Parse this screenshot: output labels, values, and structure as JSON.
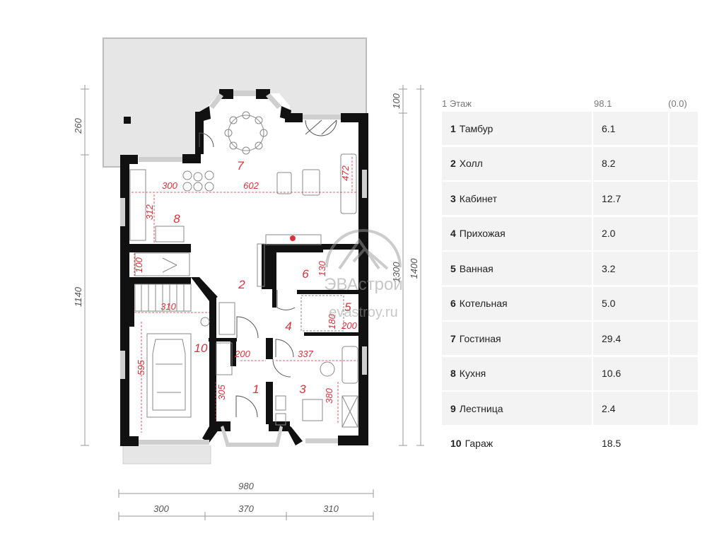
{
  "plan": {
    "overall_dims": {
      "left_top": "260",
      "left_main": "1140",
      "right_top": "100",
      "right_mid": "1300",
      "right_full": "1400",
      "bottom_total": "980",
      "bottom_a": "300",
      "bottom_b": "370",
      "bottom_c": "310"
    },
    "inner_dims": [
      "300",
      "602",
      "472",
      "312",
      "100",
      "310",
      "595",
      "305",
      "200",
      "337",
      "380",
      "200",
      "180",
      "130"
    ],
    "room_labels": [
      "1",
      "2",
      "3",
      "4",
      "5",
      "6",
      "7",
      "8",
      "10"
    ],
    "watermark": {
      "brand": "ЭВАстрой",
      "url": "evastroy.ru"
    }
  },
  "table": {
    "header": {
      "floor": "1 Этаж",
      "area": "98.1",
      "extra": "(0.0)"
    },
    "rooms": [
      {
        "num": "1",
        "name": "Тамбур",
        "area": "6.1"
      },
      {
        "num": "2",
        "name": "Холл",
        "area": "8.2"
      },
      {
        "num": "3",
        "name": "Кабинет",
        "area": "12.7"
      },
      {
        "num": "4",
        "name": "Прихожая",
        "area": "2.0"
      },
      {
        "num": "5",
        "name": "Ванная",
        "area": "3.2"
      },
      {
        "num": "6",
        "name": "Котельная",
        "area": "5.0"
      },
      {
        "num": "7",
        "name": "Гостиная",
        "area": "29.4"
      },
      {
        "num": "8",
        "name": "Кухня",
        "area": "10.6"
      },
      {
        "num": "9",
        "name": "Лестница",
        "area": "2.4"
      },
      {
        "num": "10",
        "name": "Гараж",
        "area": "18.5"
      }
    ]
  }
}
